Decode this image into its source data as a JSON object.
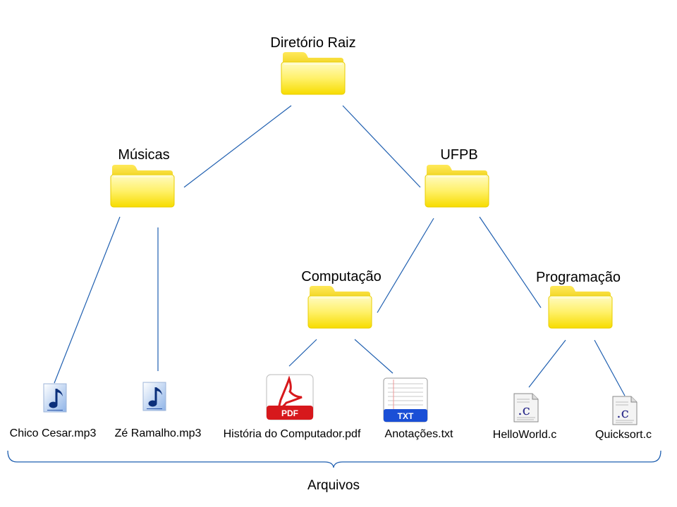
{
  "folders": {
    "root": "Diretório Raiz",
    "musicas": "Músicas",
    "ufpb": "UFPB",
    "computacao": "Computação",
    "programacao": "Programação"
  },
  "files": {
    "chico": "Chico Cesar.mp3",
    "ze": "Zé Ramalho.mp3",
    "historia": "História do Computador.pdf",
    "anotacoes": "Anotações.txt",
    "hello": "HelloWorld.c",
    "quicksort": "Quicksort.c"
  },
  "badges": {
    "pdf": "PDF",
    "txt": "TXT",
    "c": ".c"
  },
  "brace_label": "Arquivos",
  "colors": {
    "line": "#1f5fb0",
    "folder_light": "#fff59a",
    "folder_dark": "#f3d400",
    "pdf_red": "#d7181c",
    "txt_blue": "#1a4fd6"
  }
}
